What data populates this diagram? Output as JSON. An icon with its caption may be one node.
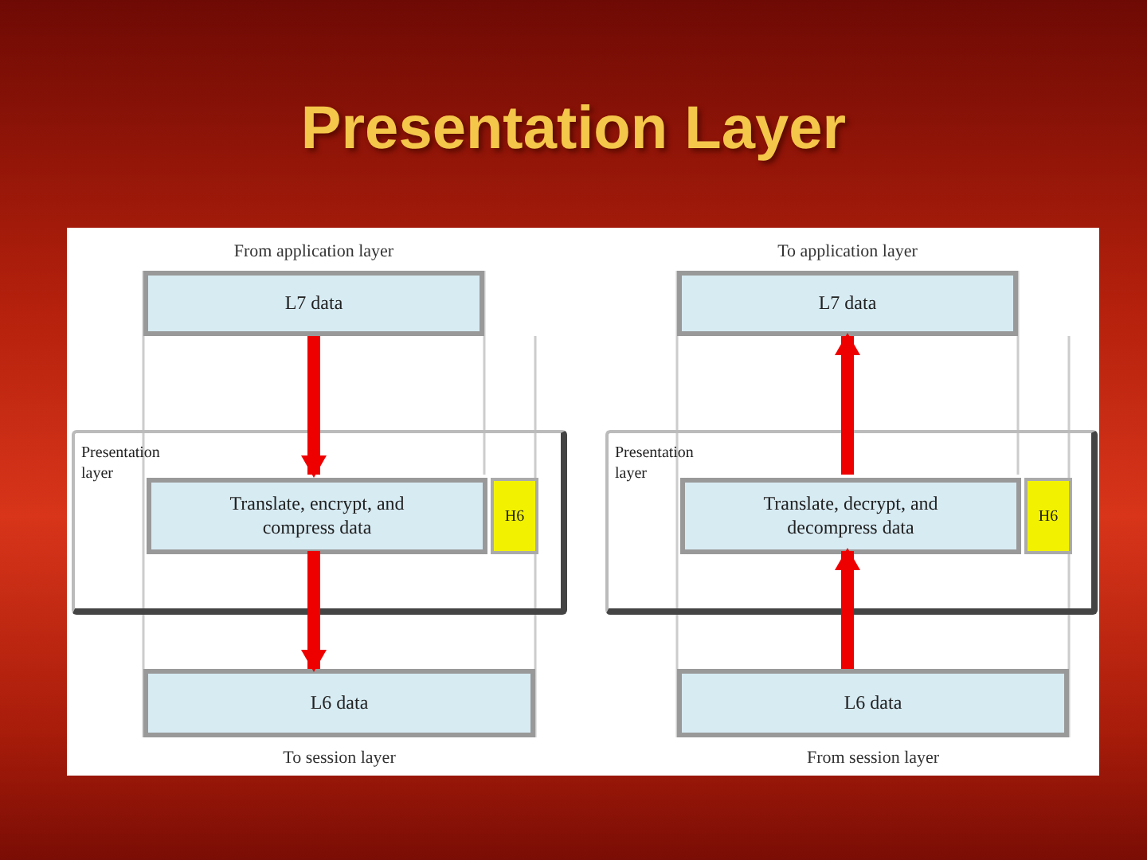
{
  "diagram": {
    "title": "Presentation Layer",
    "nodes": [
      {
        "text": [
          "L7 data"
        ],
        "beside": [
          "From application layer"
        ]
      },
      {
        "text": [
          "Presentation layer"
        ]
      },
      {
        "text": [
          "Translate, encrypt, and compress data"
        ],
        "in": 1
      },
      {
        "text": [
          "H6"
        ],
        "in": 1
      },
      {
        "text": [
          "L6 data"
        ],
        "beside": [
          "To session layer"
        ]
      },
      {
        "text": [
          "L7 data"
        ],
        "beside": [
          "To application layer"
        ]
      },
      {
        "text": [
          "Presentation layer"
        ]
      },
      {
        "text": [
          "Translate, decrypt, and decompress data"
        ],
        "in": 6
      },
      {
        "text": [
          "H6"
        ],
        "in": 6
      },
      {
        "text": [
          "L6 data"
        ],
        "beside": [
          "From session layer"
        ]
      }
    ],
    "edges": [
      {
        "from": 0,
        "to": 2,
        "arrow": "to"
      },
      {
        "from": 2,
        "to": 4,
        "arrow": "to"
      },
      {
        "from": 7,
        "to": 5,
        "arrow": "to"
      },
      {
        "from": 9,
        "to": 7,
        "arrow": "to"
      }
    ]
  }
}
